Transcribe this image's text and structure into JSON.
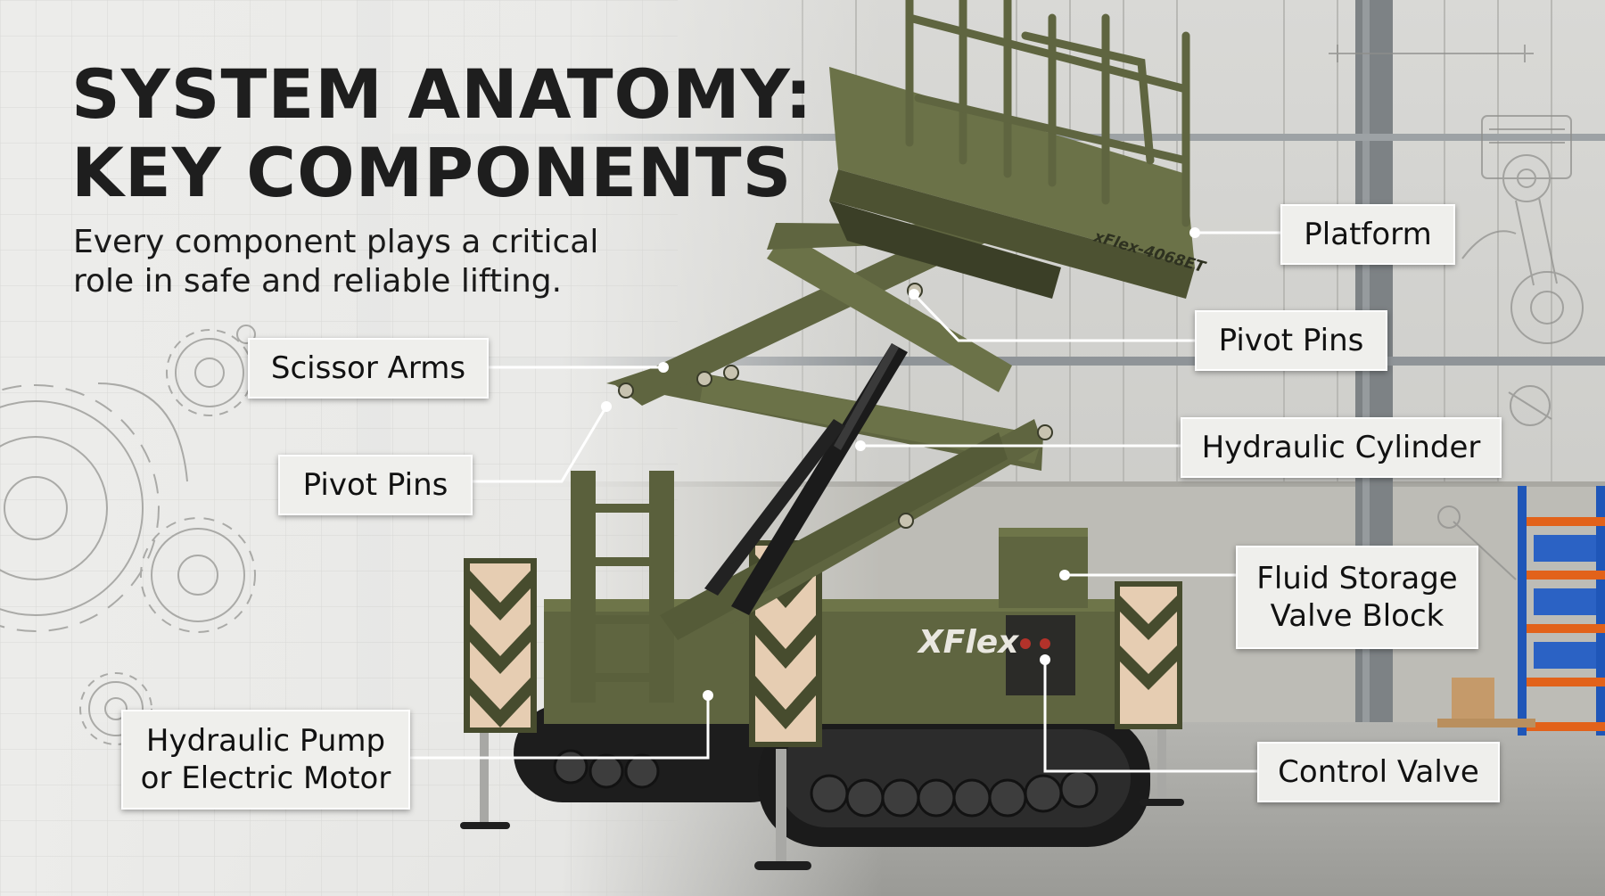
{
  "heading": {
    "line1": "SYSTEM ANATOMY:",
    "line2": "KEY COMPONENTS",
    "subtitle_line1": "Every component plays a critical",
    "subtitle_line2": "role in safe and reliable lifting."
  },
  "machine": {
    "model_label": "xFlex-4068ET",
    "brand": "XFlex"
  },
  "callouts": {
    "platform": "Platform",
    "pivot_pins_right": "Pivot Pins",
    "hydraulic_cylinder": "Hydraulic Cylinder",
    "fluid_storage_line1": "Fluid Storage",
    "fluid_storage_line2": "Valve Block",
    "control_valve": "Control Valve",
    "scissor_arms": "Scissor Arms",
    "pivot_pins_left": "Pivot Pins",
    "pump_line1": "Hydraulic Pump",
    "pump_line2": "or Electric Motor"
  },
  "colors": {
    "machine_green": "#5f6540",
    "machine_green_dark": "#474c2e",
    "chevron_tan": "#e6cdb2",
    "rack_blue": "#1f56b8",
    "rack_orange": "#e2621a",
    "title_text": "#1e1e1e"
  }
}
